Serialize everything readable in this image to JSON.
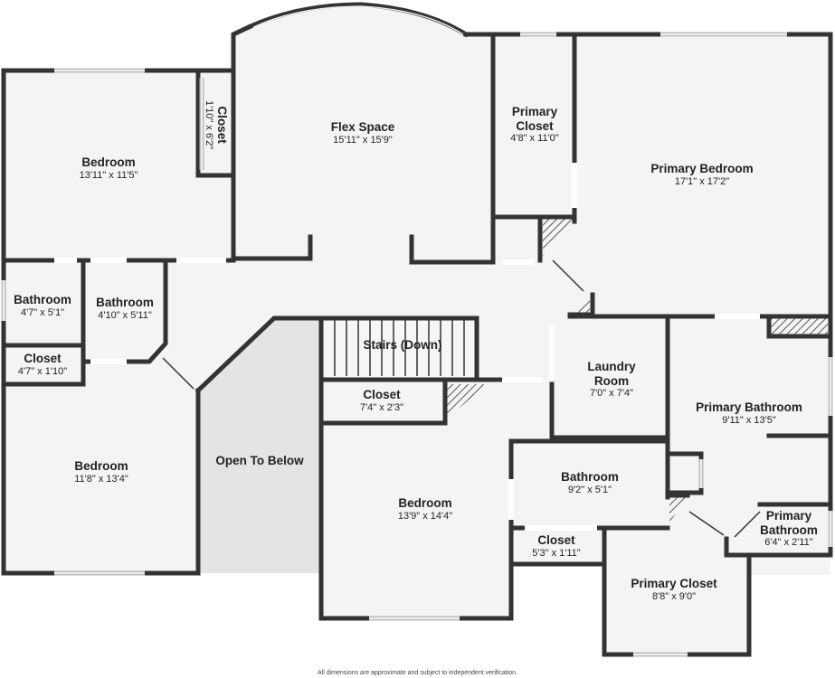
{
  "rooms": {
    "bedroom_nw": {
      "name": "Bedroom",
      "dims": "13'11\" x 11'5\""
    },
    "closet_nw": {
      "name": "Closet",
      "dims": "1'10\" x 6'2\""
    },
    "flex": {
      "name": "Flex Space",
      "dims": "15'11\" x 15'9\""
    },
    "primary_closet_top": {
      "name": "Primary Closet",
      "dims": "4'8\" x 11'0\""
    },
    "primary_bedroom": {
      "name": "Primary Bedroom",
      "dims": "17'1\" x 17'2\""
    },
    "bath_w1": {
      "name": "Bathroom",
      "dims": "4'7\" x 5'1\""
    },
    "bath_w2": {
      "name": "Bathroom",
      "dims": "4'10\" x 5'11\""
    },
    "closet_w": {
      "name": "Closet",
      "dims": "4'7\" x 1'10\""
    },
    "stairs": {
      "name": "Stairs (Down)"
    },
    "laundry": {
      "name": "Laundry Room",
      "dims": "7'0\" x 7'4\""
    },
    "closet_mid": {
      "name": "Closet",
      "dims": "7'4\" x 2'3\""
    },
    "primary_bath": {
      "name": "Primary Bathroom",
      "dims": "9'11\" x 13'5\""
    },
    "bedroom_sw": {
      "name": "Bedroom",
      "dims": "11'8\" x 13'4\""
    },
    "open_below": {
      "name": "Open To Below"
    },
    "bedroom_s": {
      "name": "Bedroom",
      "dims": "13'9\" x 14'4\""
    },
    "bath_s": {
      "name": "Bathroom",
      "dims": "9'2\" x 5'1\""
    },
    "closet_s": {
      "name": "Closet",
      "dims": "5'3\" x 1'11\""
    },
    "primary_bath_small": {
      "name": "Primary Bathroom",
      "dims": "6'4\" x 2'11\""
    },
    "primary_closet_bottom": {
      "name": "Primary Closet",
      "dims": "8'8\" x 9'0\""
    }
  },
  "footer": "All dimensions are approximate and subject to independent verification."
}
